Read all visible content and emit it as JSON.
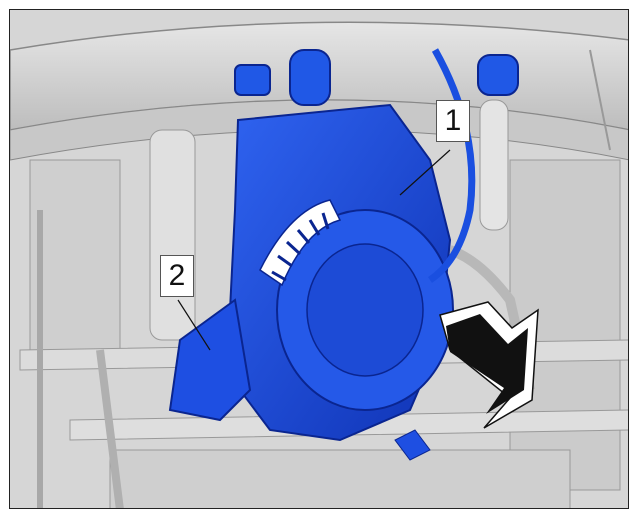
{
  "figure": {
    "callouts": [
      {
        "id": "1",
        "label": "1",
        "part": "blower-fan"
      },
      {
        "id": "2",
        "label": "2",
        "part": "air-duct-outlet"
      }
    ],
    "colors": {
      "highlight_part": "#1a4fe0",
      "highlight_dark": "#0d2f9a",
      "background_parts": "#d4d4d4",
      "arrow": "#111111",
      "callout_bg": "#ffffff"
    },
    "icons": [
      "removal-direction-arrow"
    ]
  }
}
